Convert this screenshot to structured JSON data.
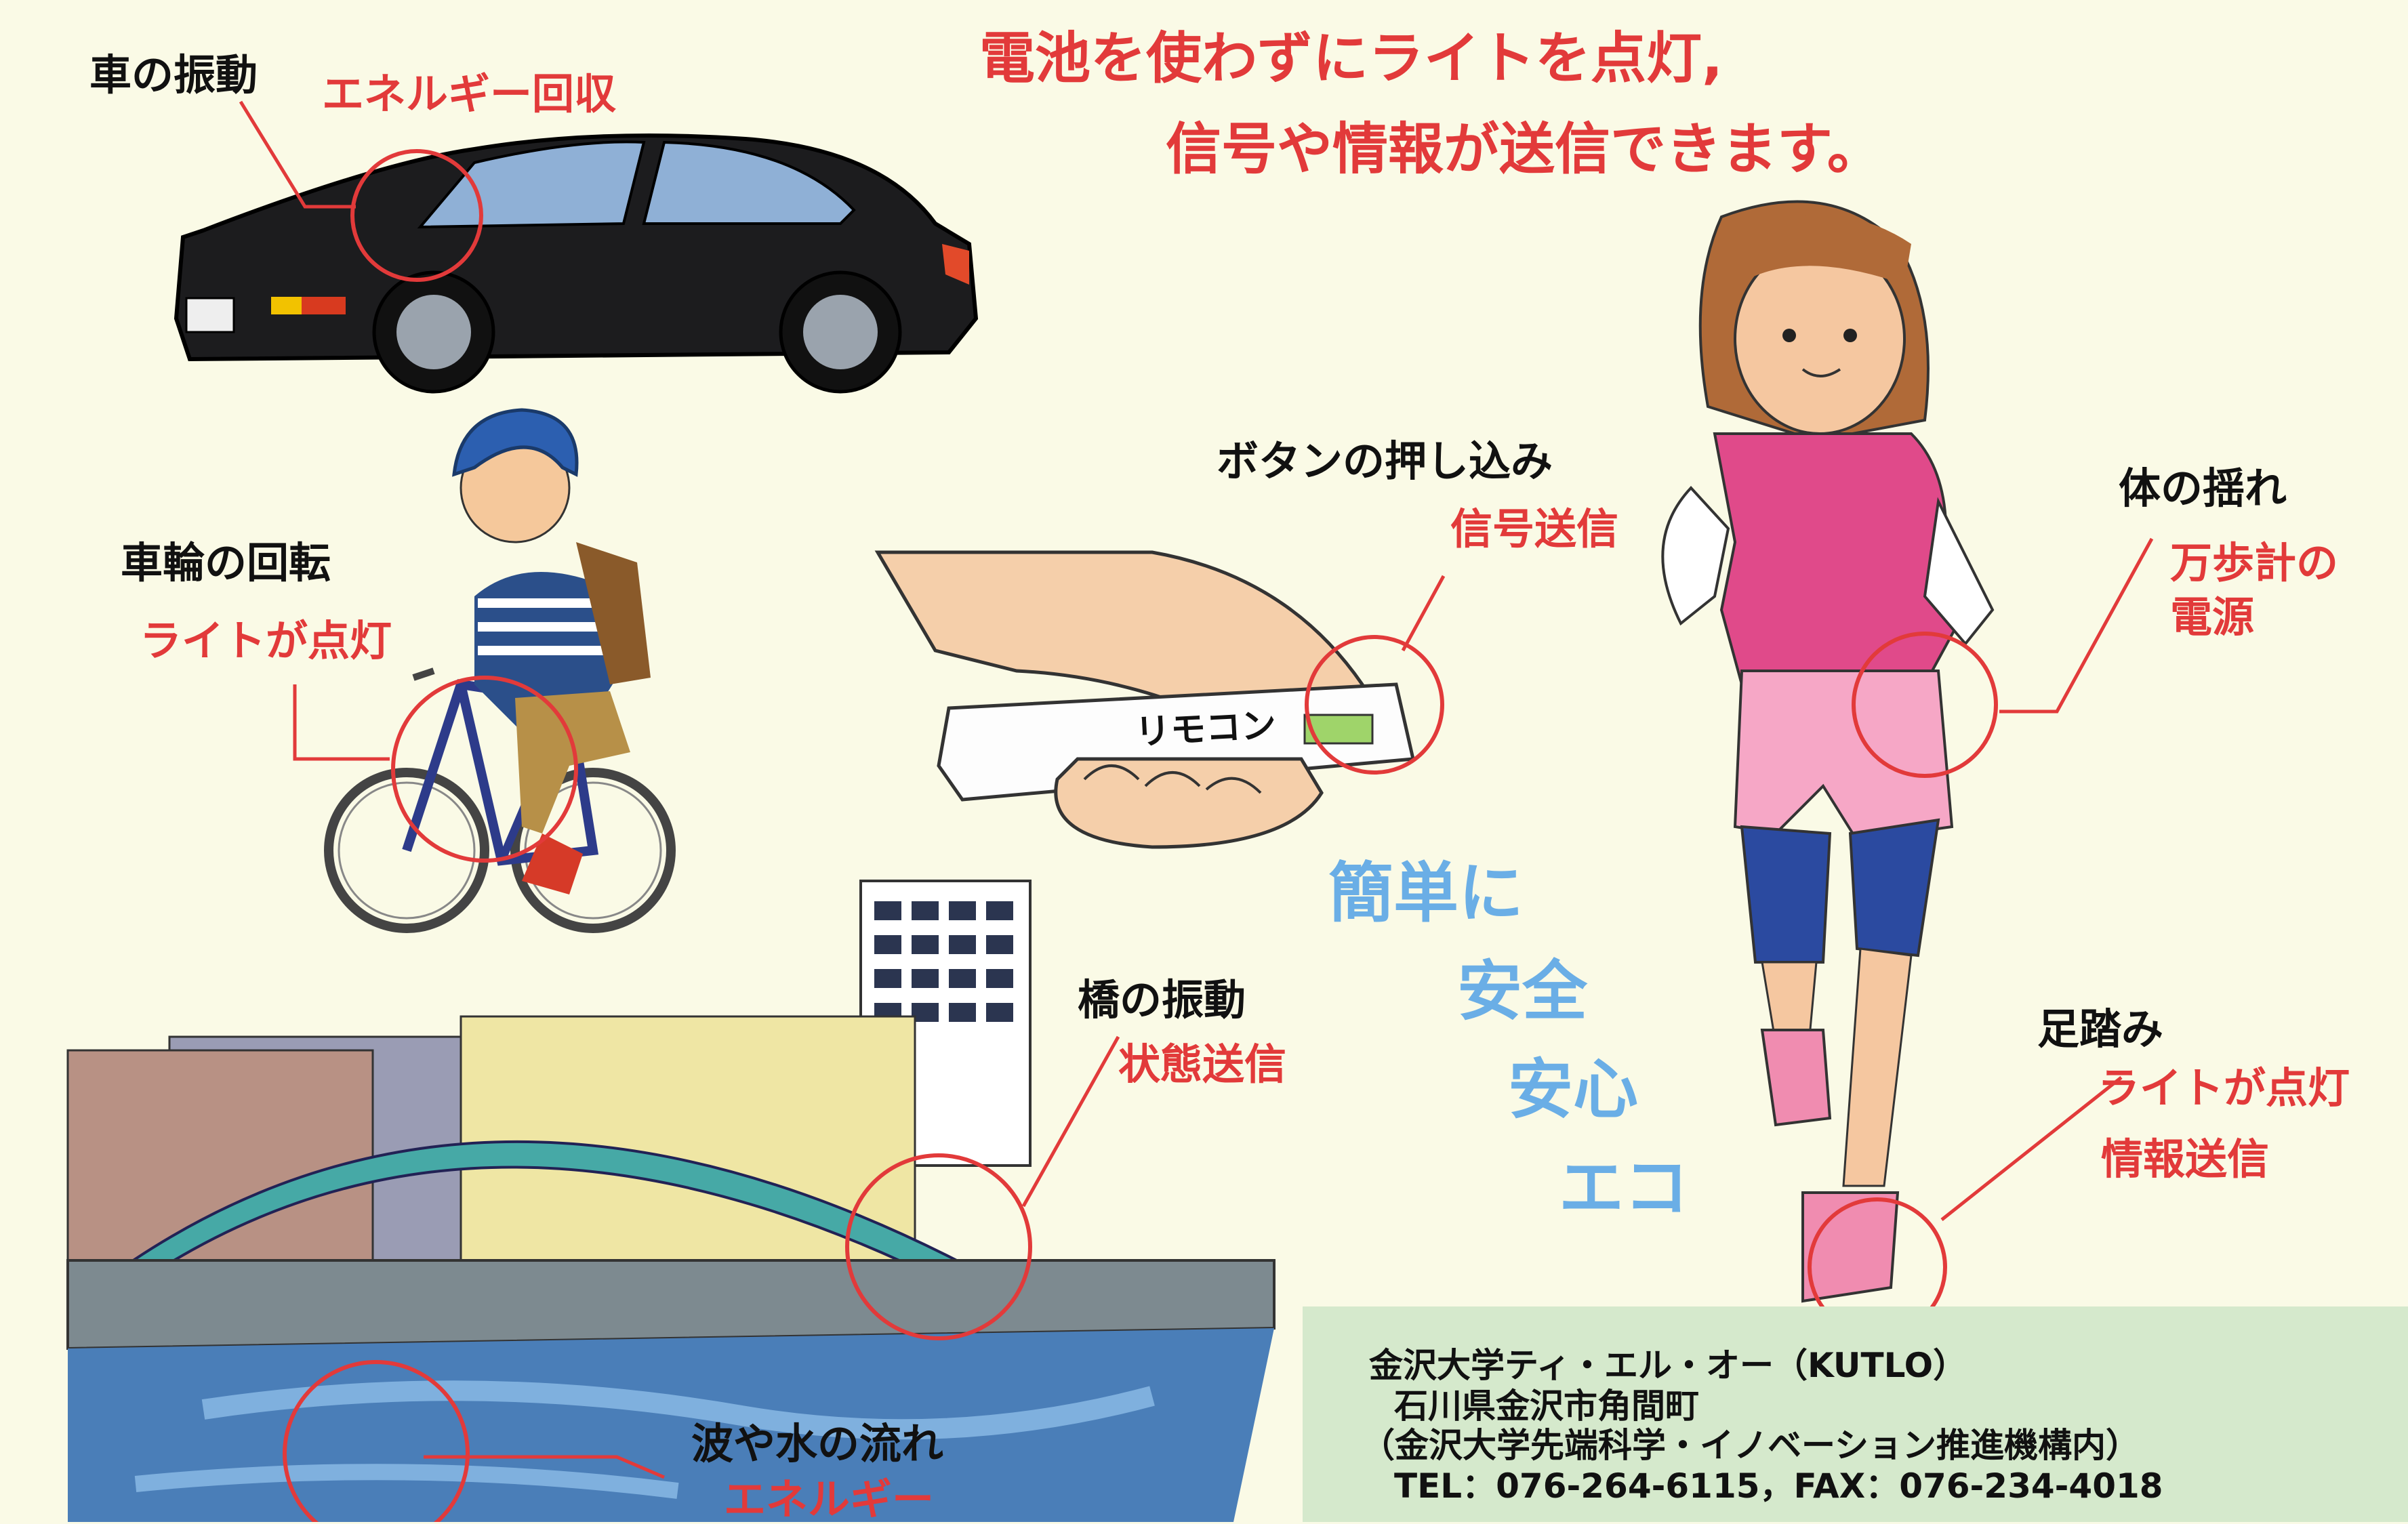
{
  "headline": {
    "line1": "電池を使わずにライトを点灯,",
    "line2": "信号や情報が送信できます。"
  },
  "labels": {
    "car_vibration": "車の振動",
    "energy_recovery": "エネルギー回収",
    "wheel_rotation": "車輪の回転",
    "light_on_bike": "ライトが点灯",
    "button_press": "ボタンの押し込み",
    "signal_send": "信号送信",
    "remote_text": "リモコン",
    "body_sway": "体の揺れ",
    "pedometer_line1": "万歩計の",
    "pedometer_line2": "電源",
    "bridge_vibration": "橋の振動",
    "status_send": "状態送信",
    "footstep": "足踏み",
    "light_on_step": "ライトが点灯",
    "info_send": "情報送信",
    "wave_flow": "波や水の流れ",
    "energy_wave": "エネルギー"
  },
  "slogan": {
    "easy": "簡単に",
    "safe": "安全",
    "secure": "安心",
    "eco": "エコ"
  },
  "contact": {
    "org": "金沢大学ティ・エル・オー（KUTLO）",
    "address": "石川県金沢市角間町",
    "note": "（金沢大学先端科学・イノベーション推進機構内）",
    "phone": "TEL：076-264-6115，FAX：076-234-4018"
  },
  "colors": {
    "accent_red": "#e23a3a",
    "slogan_blue": "#6aaee6",
    "background": "#fafae6",
    "info_box": "#d5e9cc"
  }
}
